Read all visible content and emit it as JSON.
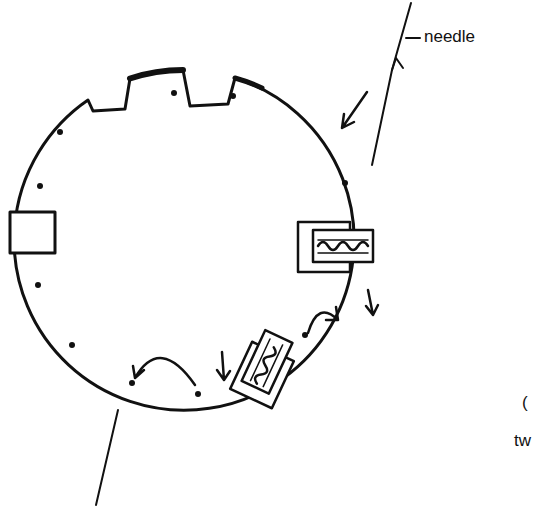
{
  "diagram": {
    "labels": [
      "needle",
      "(",
      "tw"
    ]
  }
}
